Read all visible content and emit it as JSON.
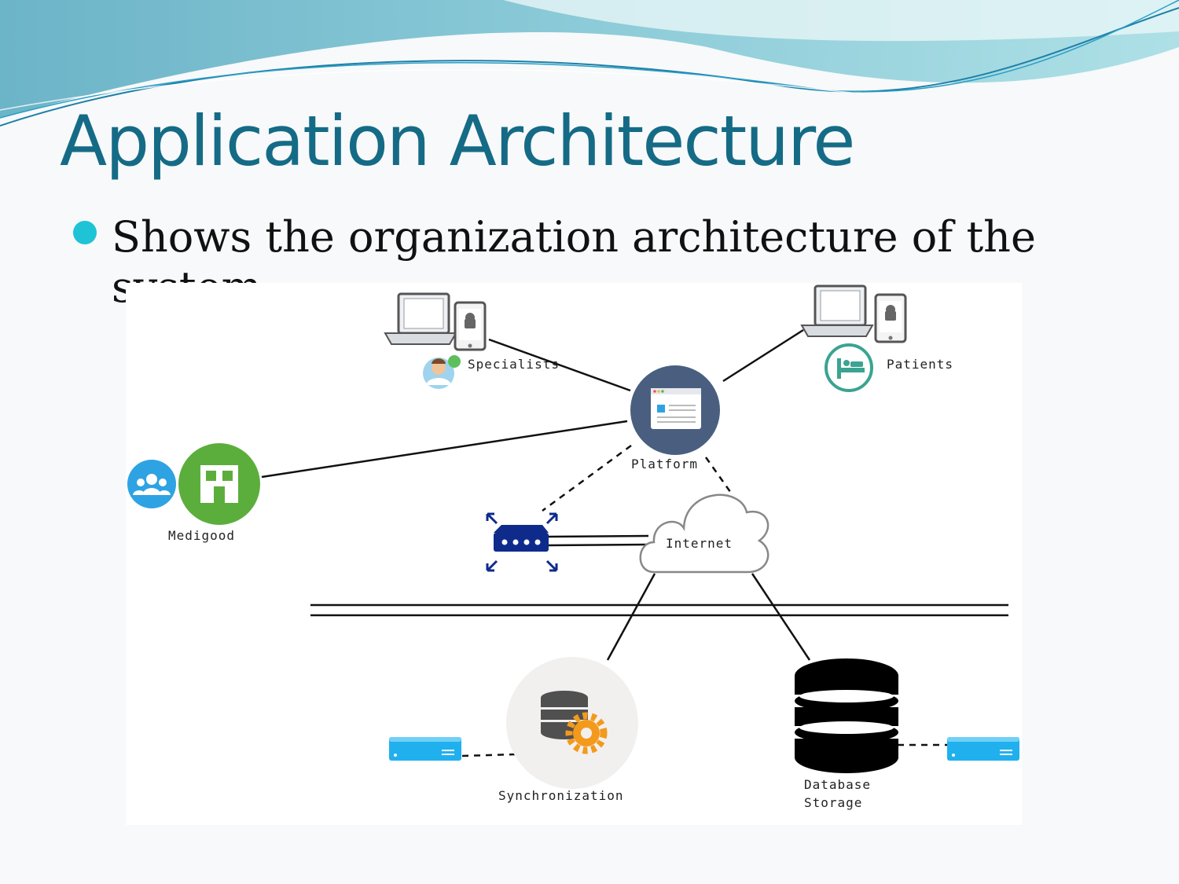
{
  "slide": {
    "title": "Application Architecture",
    "bullet": "Shows the organization architecture of the system"
  },
  "diagram": {
    "nodes": {
      "specialists": "Specialists",
      "patients": "Patients",
      "platform": "Platform",
      "medigood": "Medigood",
      "internet": "Internet",
      "synchronization": "Synchronization",
      "database_line1": "Database",
      "database_line2": "Storage"
    },
    "icons": [
      "laptop-icon",
      "android-phone-icon",
      "doctor-avatar-icon",
      "hospital-bed-icon",
      "browser-window-icon",
      "team-icon",
      "hospital-building-icon",
      "router-icon",
      "cloud-icon",
      "database-sync-icon",
      "gear-icon",
      "database-stack-icon",
      "server-icon"
    ]
  },
  "colors": {
    "title": "#156b86",
    "bullet": "#1fc3d6",
    "platform": "#4a5f7f",
    "medigood_green": "#5cae3c",
    "team_blue": "#2ea3e3",
    "patients_teal": "#3ba392",
    "router_blue": "#0e2b8c",
    "server_blue": "#20b0ee"
  }
}
